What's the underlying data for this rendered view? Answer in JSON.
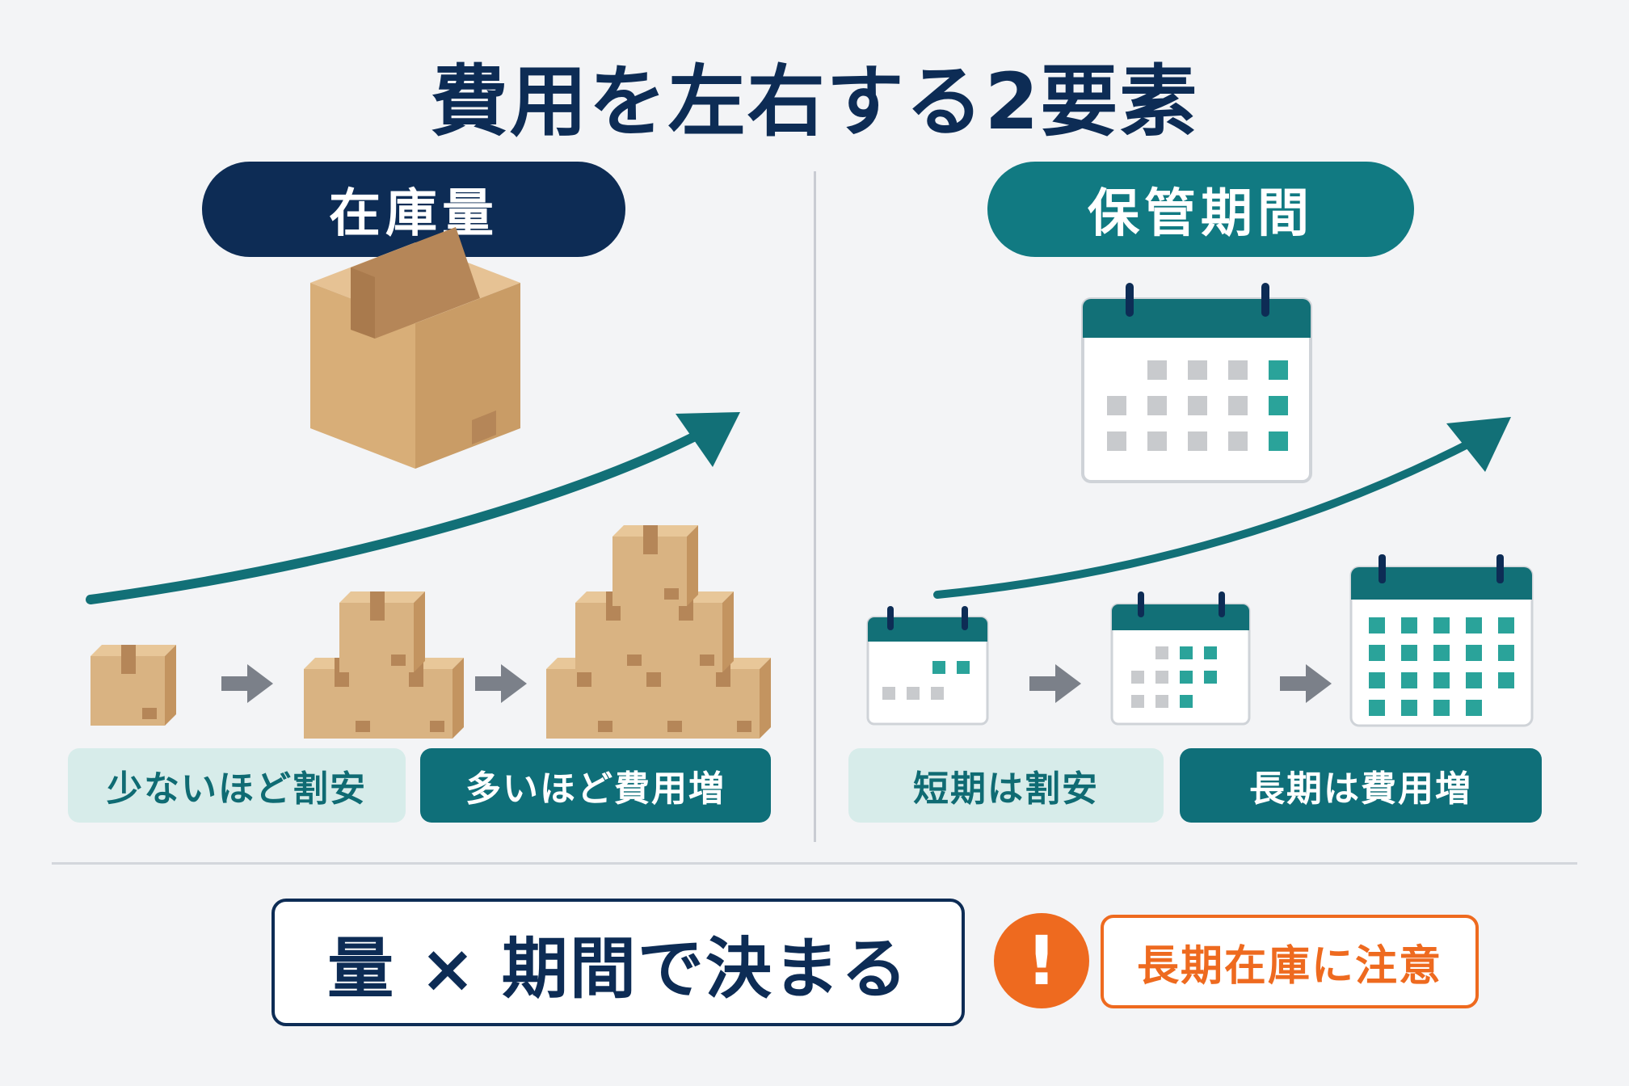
{
  "title": "費用を左右する2要素",
  "left": {
    "header": "在庫量",
    "tag_low": "少ないほど割安",
    "tag_high": "多いほど費用増",
    "icons": [
      "box-icon",
      "arrow-right-icon",
      "upward-trend-arrow-icon"
    ]
  },
  "right": {
    "header": "保管期間",
    "tag_low": "短期は割安",
    "tag_high": "長期は費用増",
    "icons": [
      "calendar-icon",
      "arrow-right-icon",
      "upward-trend-arrow-icon"
    ]
  },
  "summary": "量 × 期間で決まる",
  "alert": {
    "icon_text": "!",
    "text": "長期在庫に注意"
  },
  "colors": {
    "navy": "#0d2c55",
    "teal": "#0f6f79",
    "teal_light": "#d7ecea",
    "orange": "#ee6a1f",
    "box": "#d9b382"
  }
}
